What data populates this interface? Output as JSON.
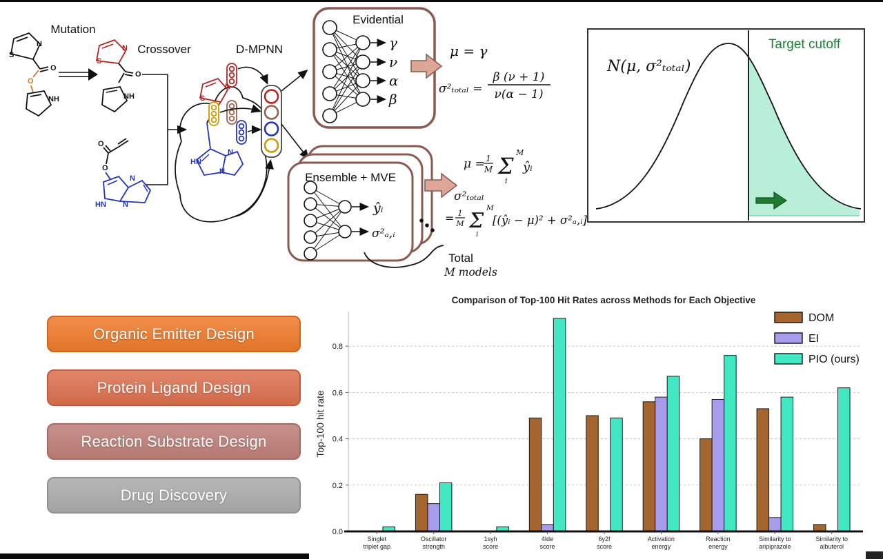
{
  "colors": {
    "box_border": "#8a5a52",
    "block_arrow_fill": "#dca796",
    "mint_shade": "#b9efd9",
    "green_accent": "#1e7d32",
    "molecule_red": "#b22222",
    "molecule_blue": "#2233bb",
    "molecule_orange": "#cc7722",
    "pill_gold": "#cc9900",
    "pill_brown": "#96624a",
    "button_orange": "#EE7B2C",
    "button_salmon": "#DB7150",
    "button_rose": "#BE7F78",
    "button_gray": "#ABABAB"
  },
  "diagram": {
    "labels": {
      "mutation": "Mutation",
      "crossover": "Crossover",
      "dmpnn": "D-MPNN",
      "evidential": "Evidential",
      "ensemble": "Ensemble + MVE",
      "total": "Total",
      "m_models": "M models",
      "gaussian": "N(μ, σ²ₜₒₜₐₗ)",
      "target_cutoff": "Target cutoff"
    },
    "atoms": {
      "s": "S",
      "n": "N",
      "o": "O",
      "nh": "NH",
      "hn": "HN"
    },
    "outputs": {
      "gamma": "γ",
      "nu": "ν",
      "alpha": "α",
      "beta": "β",
      "yhat": "ŷᵢ",
      "sigma_a": "σ²ₐ,ᵢ"
    },
    "formulas": {
      "evidential_mu": "μ = γ",
      "evidential_sigma_lhs": "σ²ₜₒₜₐₗ =",
      "evidential_sigma_num": "β (ν + 1)",
      "evidential_sigma_den": "ν(α − 1)",
      "ens_mu_lhs": "μ =",
      "frac_num": "1",
      "frac_den": "M",
      "sum": "Σ",
      "sum_sup": "M",
      "sum_sub": "i",
      "ens_mu_rhs": "ŷᵢ",
      "ens_sigma_lhs": "σ²ₜₒₜₐₗ",
      "ens_eq": "=",
      "ens_sigma_rhs": "[(ŷᵢ − μ)² + σ²ₐ,ᵢ]"
    }
  },
  "buttons": [
    {
      "label": "Organic Emitter Design",
      "color": "#EE7B2C"
    },
    {
      "label": "Protein Ligand Design",
      "color": "#DB7150"
    },
    {
      "label": "Reaction Substrate Design",
      "color": "#BE7F78"
    },
    {
      "label": "Drug Discovery",
      "color": "#ABABAB"
    }
  ],
  "chart_data": {
    "type": "bar",
    "title": "Comparison of Top-100 Hit Rates across Methods for Each Objective",
    "xlabel": "",
    "ylabel": "Top-100 hit rate",
    "categories": [
      [
        "Singlet",
        "triplet gap"
      ],
      [
        "Oscillator",
        "strength"
      ],
      [
        "1syh",
        "score"
      ],
      [
        "4lde",
        "score"
      ],
      [
        "6y2f",
        "score"
      ],
      [
        "Activation",
        "energy"
      ],
      [
        "Reaction",
        "energy"
      ],
      [
        "Similarity to",
        "aripiprazole"
      ],
      [
        "Similarity to",
        "albuterol"
      ]
    ],
    "series": [
      {
        "name": "DOM",
        "color": "#A4652F",
        "values": [
          0,
          0.16,
          0,
          0.49,
          0.5,
          0.56,
          0.4,
          0.53,
          0.03
        ]
      },
      {
        "name": "EI",
        "color": "#A89DED",
        "values": [
          0,
          0.12,
          0,
          0.03,
          0,
          0.58,
          0.57,
          0.06,
          0
        ]
      },
      {
        "name": "PIO (ours)",
        "color": "#42E8C2",
        "values": [
          0.02,
          0.21,
          0.02,
          0.92,
          0.49,
          0.67,
          0.76,
          0.58,
          0.62
        ]
      }
    ],
    "yticks": [
      0.0,
      0.2,
      0.4,
      0.6,
      0.8
    ],
    "ylim": [
      0,
      0.95
    ],
    "grid": "dashed-horizontal",
    "legend_position": "upper right"
  }
}
